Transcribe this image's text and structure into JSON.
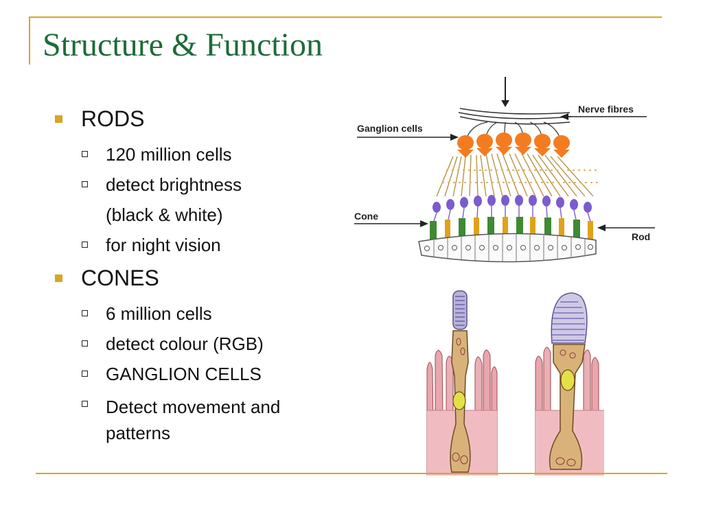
{
  "title": "Structure & Function",
  "bullets": [
    {
      "label": "RODS",
      "items": [
        "120 million cells",
        "detect brightness",
        "(black & white)",
        "for night vision"
      ]
    },
    {
      "label": "CONES",
      "items": [
        "6 million cells",
        "detect colour (RGB)",
        "GANGLION CELLS",
        "Detect movement and patterns"
      ]
    }
  ],
  "diagram_labels": {
    "nerve": "Nerve fibres",
    "ganglion": "Ganglion cells",
    "cone": "Cone",
    "rod": "Rod"
  },
  "colors": {
    "accent": "#d9a520",
    "title": "#1e6b3a",
    "ganglion": "#f47c20",
    "bipolar": "#7a5ccf",
    "cone": "#3f8a33",
    "rod": "#e0a21a"
  }
}
